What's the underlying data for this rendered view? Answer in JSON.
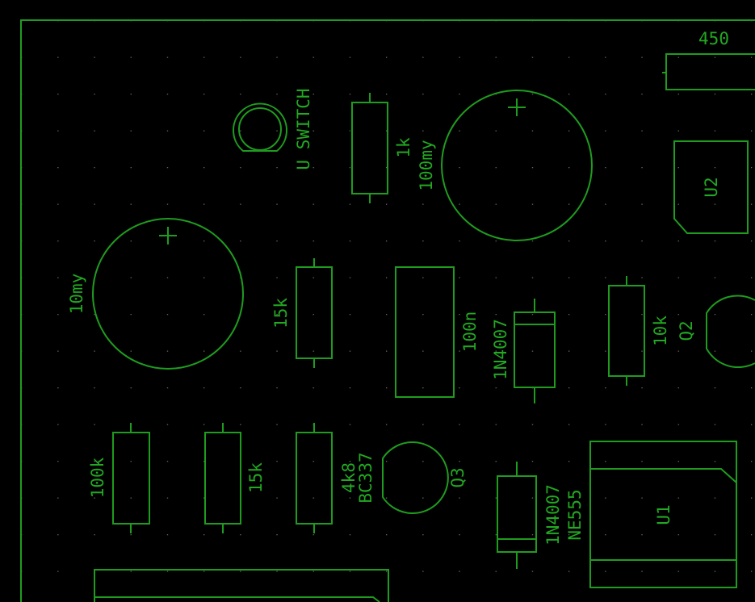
{
  "colors": {
    "background": "#000000",
    "silkscreen": "#1f9c1f",
    "grid": "#7a7a7a"
  },
  "components": {
    "switch": {
      "ref": "U SWITCH"
    },
    "r_1k": {
      "value": "1k"
    },
    "c_100my": {
      "value": "100my",
      "polarity": "+"
    },
    "part_450": {
      "value": "450"
    },
    "u2": {
      "ref": "U2"
    },
    "c_10my": {
      "value": "10my",
      "polarity": "+"
    },
    "r_15k_a": {
      "value": "15k"
    },
    "c_100n": {
      "value": "100n"
    },
    "d1": {
      "value": "1N4007"
    },
    "r_10k": {
      "value": "10k"
    },
    "q2": {
      "ref": "Q2"
    },
    "r_100k": {
      "value": "100k"
    },
    "r_15k_b": {
      "value": "15k"
    },
    "r_4k8": {
      "value": "4k8"
    },
    "q3": {
      "ref": "Q3",
      "value": "BC337"
    },
    "d2": {
      "value": "1N4007"
    },
    "u1": {
      "ref": "U1",
      "value": "NE555"
    }
  }
}
